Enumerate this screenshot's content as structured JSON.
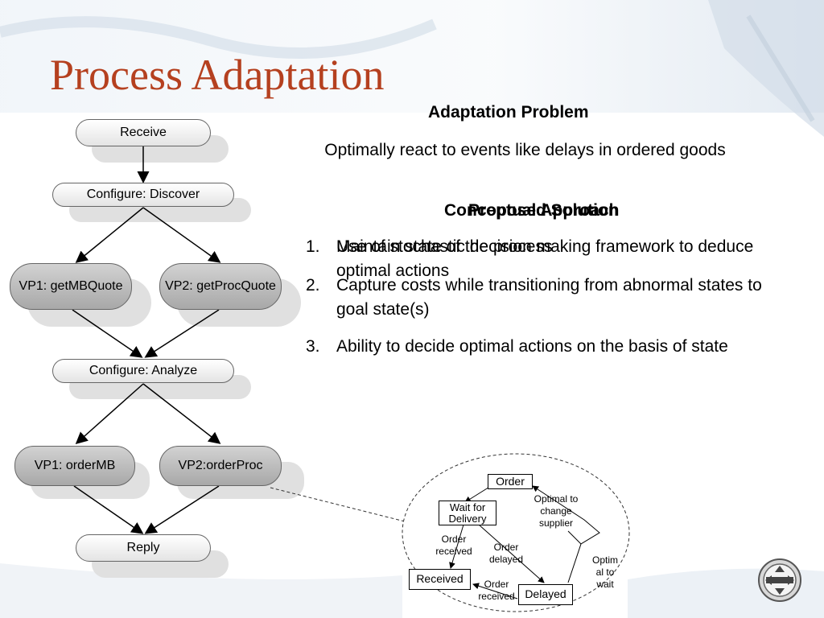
{
  "slide": {
    "title": "Process Adaptation"
  },
  "problem": {
    "heading": "Adaptation Problem",
    "text": "Optimally react to events like delays in ordered goods"
  },
  "solution": {
    "heading_primary": "Proposed Solution",
    "heading_overlap": "Conceptual Approach",
    "items": [
      {
        "num": "1.",
        "text": "Use of stochastic decision making framework to deduce optimal actions",
        "overlap_text": "Maintain state of the process"
      },
      {
        "num": "2.",
        "text": "Capture costs while transitioning from abnormal states to goal state(s)"
      },
      {
        "num": "3.",
        "text": "Ability to decide optimal actions on the basis of state"
      }
    ]
  },
  "flow": {
    "receive": "Receive",
    "configure_discover": "Configure: Discover",
    "vp1_quote": "VP1: getMBQuote",
    "vp2_quote": "VP2: getProcQuote",
    "configure_analyze": "Configure: Analyze",
    "vp1_order": "VP1: orderMB",
    "vp2_order": "VP2:orderProc",
    "reply": "Reply"
  },
  "state_diagram": {
    "order": "Order",
    "wait_for_delivery": "Wait for Delivery",
    "received": "Received",
    "delayed": "Delayed",
    "label_optimal_change": "Optimal to change supplier",
    "label_order_received_1": "Order received",
    "label_order_delayed": "Order delayed",
    "label_optimal_wait": "Optim al to wait",
    "label_order_received_2": "Order received"
  },
  "colors": {
    "title": "#b5401f",
    "node_dark": "#b0b0b0",
    "node_light": "#f2f2f2"
  }
}
